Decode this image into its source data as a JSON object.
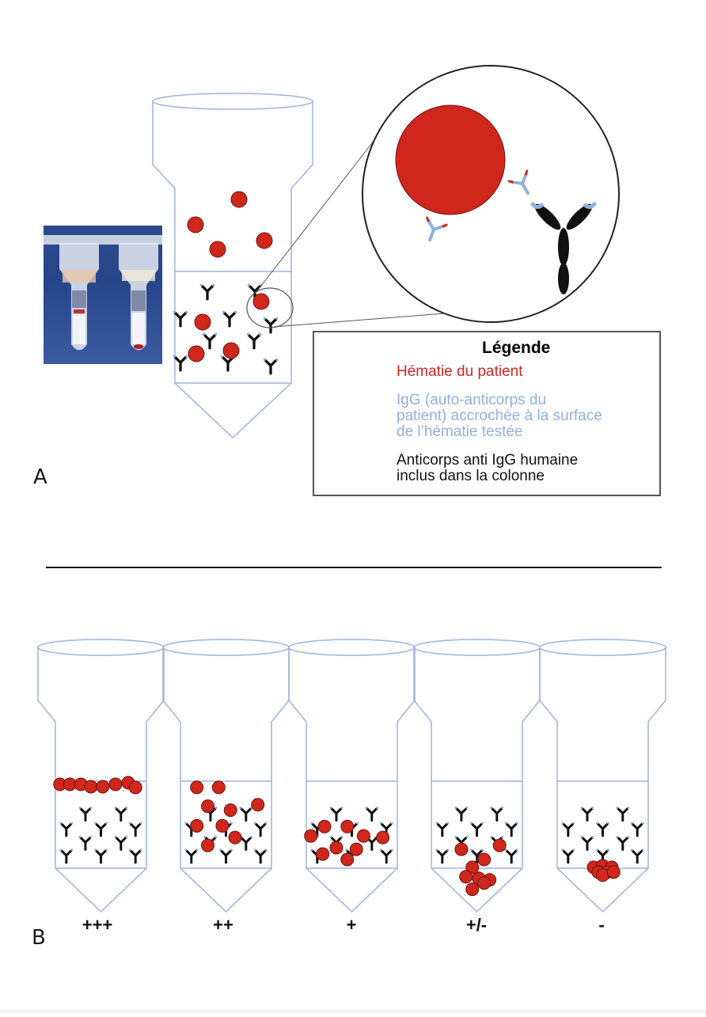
{
  "figure": {
    "panel_a_label": "A",
    "panel_b_label": "B",
    "legend": {
      "title": "Légende",
      "items": [
        {
          "symbol": "red-blood-cell-icon",
          "text": "Hématie du patient",
          "color": "#d0271d"
        },
        {
          "symbol": "igg-autoantibody-icon",
          "text_lines": [
            "IgG (auto-anticorps du",
            "patient) accrochée à la surface",
            "de l’hématie testée"
          ],
          "color": "#8fb0dd"
        },
        {
          "symbol": "anti-igg-antibody-icon",
          "text_lines": [
            "Anticorps anti IgG humaine",
            "inclus dans la colonne"
          ],
          "color": "#111111"
        }
      ]
    },
    "panel_b_scores": [
      "+++",
      "++",
      "+",
      "+/-",
      "-"
    ],
    "colors": {
      "red_cell": "#d0271d",
      "column_outline": "#9fb3d9",
      "antibody": "#111111",
      "igg_blue": "#8fb0dd"
    }
  }
}
